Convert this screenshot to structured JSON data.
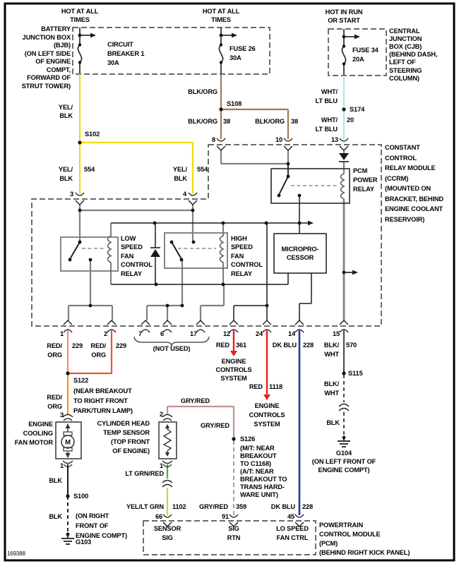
{
  "page": {
    "footer_id": "169388"
  },
  "supply_left": {
    "hot": [
      "HOT AT ALL",
      "TIMES"
    ],
    "device": [
      "CIRCUIT",
      "BREAKER 1",
      "30A"
    ],
    "box": [
      "BATTERY",
      "JUNCTION BOX",
      "(BJB)",
      "(ON LEFT SIDE",
      "OF ENGINE",
      "COMPT,",
      "FORWARD OF",
      "STRUT TOWER)"
    ]
  },
  "supply_mid": {
    "hot": [
      "HOT AT ALL",
      "TIMES"
    ],
    "device": [
      "FUSE 26",
      "30A"
    ]
  },
  "supply_right": {
    "hot": [
      "HOT IN RUN",
      "OR START"
    ],
    "device": [
      "FUSE 34",
      "20A"
    ],
    "box": [
      "CENTRAL",
      "JUNCTION",
      "BOX (CJB)",
      "(BEHIND DASH,",
      "LEFT OF",
      "STEERING",
      "COLUMN)"
    ]
  },
  "wires": {
    "yel_blk": [
      "YEL/",
      "BLK"
    ],
    "w554": "554",
    "blk_org": "BLK/ORG",
    "w38": "38",
    "wht_lt_blu": [
      "WHT/",
      "LT BLU"
    ],
    "w20": "20",
    "red_org": [
      "RED/",
      "ORG"
    ],
    "w229": "229",
    "red": "RED",
    "w361": "361",
    "w1118": "1118",
    "dk_blu": "DK BLU",
    "w228": "228",
    "blk_wht": [
      "BLK/",
      "WHT"
    ],
    "w570": "570",
    "blk": "BLK",
    "gry_red": "GRY/RED",
    "w359": "359",
    "lt_grn_red": "LT GRN/RED",
    "yel_lt_grn": "YEL/LT GRN",
    "w1102": "1102"
  },
  "splices": {
    "s102": "S102",
    "s108": "S108",
    "s174": "S174",
    "s122": "S122",
    "s122_note": [
      "(NEAR BREAKOUT",
      "TO RIGHT FRONT",
      "PARK/TURN LAMP)"
    ],
    "s126": "S126",
    "s126_note": [
      "(M/T: NEAR",
      "BREAKOUT",
      "TO C1168)",
      "(A/T: NEAR",
      "BREAKOUT TO",
      "TRANS HARD-",
      "WARE UNIT)"
    ],
    "s100": "S100",
    "s115": "S115"
  },
  "grounds": {
    "g103": "G103",
    "g103_note": [
      "(ON RIGHT",
      "FRONT OF",
      "ENGINE COMPT)"
    ],
    "g104": "G104",
    "g104_note": [
      "(ON LEFT FRONT OF",
      "ENGINE COMPT)"
    ]
  },
  "ccrm": {
    "label": [
      "CONSTANT",
      "CONTROL",
      "RELAY MODULE",
      "(CCRM)",
      "(MOUNTED ON",
      "BRACKET, BEHIND",
      "ENGINE COOLANT",
      "RESERVOIR)"
    ],
    "pcm_relay": [
      "PCM",
      "POWER",
      "RELAY"
    ],
    "low_relay": [
      "LOW",
      "SPEED",
      "FAN",
      "CONTROL",
      "RELAY"
    ],
    "high_relay": [
      "HIGH",
      "SPEED",
      "FAN",
      "CONTROL",
      "RELAY"
    ],
    "micro": [
      "MICROPRO-",
      "CESSOR"
    ],
    "pins_top": {
      "p8": "8",
      "p10": "10",
      "p13": "13",
      "p3": "3",
      "p4": "4"
    },
    "pins_bottom": [
      "1",
      "2",
      "7",
      "6",
      "17",
      "12",
      "24",
      "14",
      "15"
    ],
    "not_used": "(NOT USED)"
  },
  "motor": {
    "label": [
      "ENGINE",
      "COOLING",
      "FAN MOTOR"
    ],
    "m": "M",
    "pin_top": "3",
    "pin_bottom": "1"
  },
  "cht": {
    "label": [
      "CYLINDER HEAD",
      "TEMP SENSOR",
      "(TOP FRONT",
      "OF ENGINE)"
    ],
    "pin_top": "2",
    "pin_bottom": "1"
  },
  "ecs": [
    "ENGINE",
    "CONTROLS",
    "SYSTEM"
  ],
  "pcm": {
    "label": [
      "POWERTRAIN",
      "CONTROL MODULE",
      "(PCM)",
      "(BEHIND RIGHT KICK PANEL)"
    ],
    "pins": [
      {
        "num": "66",
        "name": [
          "SENSOR",
          "SIG"
        ]
      },
      {
        "num": "91",
        "name": [
          "SIG",
          "RTN"
        ]
      },
      {
        "num": "45",
        "name": [
          "LO SPEED",
          "FAN CTRL"
        ]
      }
    ]
  },
  "colors": {
    "yel_blk": "#f0dc0a",
    "blk_org": "#a07a50",
    "wht_lt_blu": "#b5e3ef",
    "red_org_a": "#f08a6e",
    "red_org_b": "#e8592e",
    "org": "#f7941d",
    "red": "#e3201f",
    "dk_blu": "#1c3d99",
    "gry_red": "#c89090",
    "lt_grn_red": "#4cab50",
    "yel_lt_grn": "#c6d937",
    "blk": "#1a1a1a",
    "module_gray": "#808080"
  }
}
